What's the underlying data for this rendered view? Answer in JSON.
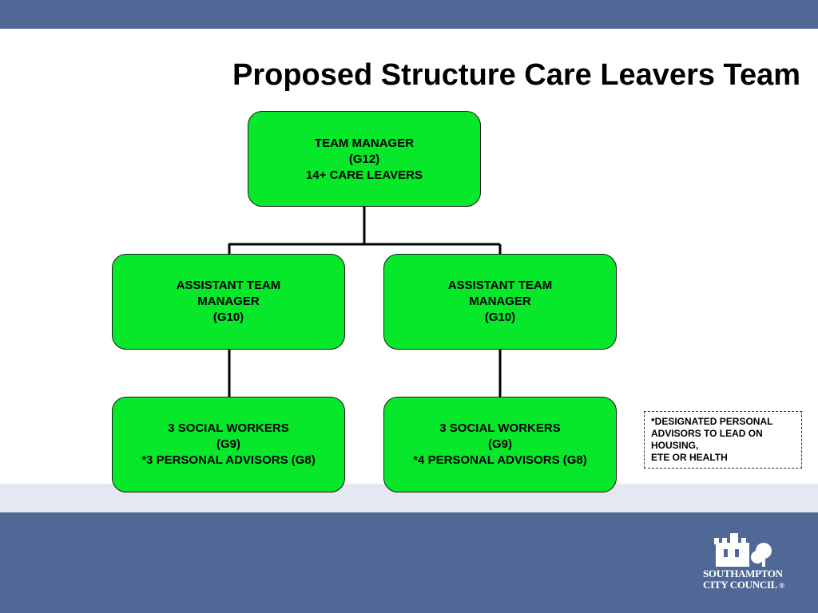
{
  "title": "Proposed Structure Care Leavers Team",
  "boxes": {
    "team_manager": [
      "TEAM MANAGER",
      "(G12)",
      "14+ CARE LEAVERS"
    ],
    "assistant_left": [
      "ASSISTANT TEAM",
      "MANAGER",
      "(G10)"
    ],
    "assistant_right": [
      "ASSISTANT TEAM",
      "MANAGER",
      "(G10)"
    ],
    "social_left": [
      "3 SOCIAL WORKERS",
      "(G9)",
      "*3 PERSONAL ADVISORS (G8)"
    ],
    "social_right": [
      "3 SOCIAL WORKERS",
      "(G9)",
      "*4 PERSONAL ADVISORS (G8)"
    ]
  },
  "note": "*DESIGNATED PERSONAL ADVISORS TO LEAD ON HOUSING,\n ETE OR HEALTH",
  "logo": {
    "line1": "SOUTHAMPTON",
    "line2": "CITY COUNCIL",
    "mark": "®"
  },
  "colors": {
    "box_fill": "#08e82a",
    "band": "#4f6896",
    "pale_band": "#e4e8f1"
  }
}
